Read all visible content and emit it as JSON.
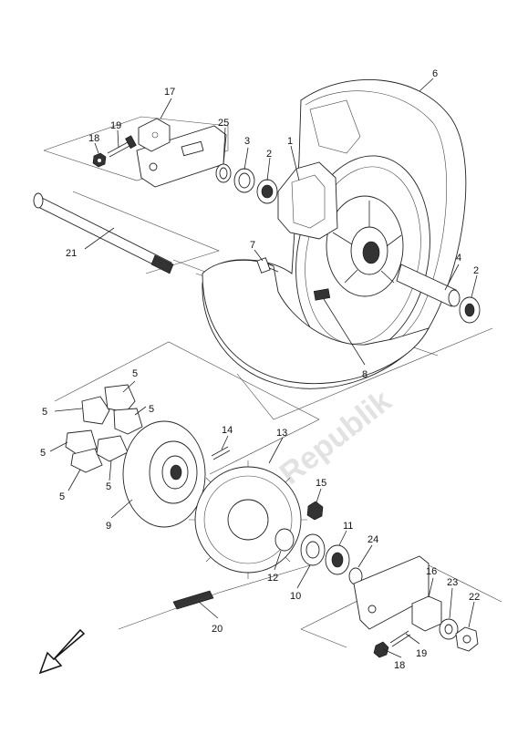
{
  "watermark": "PartsRepublik",
  "callouts": [
    "1",
    "2",
    "2",
    "3",
    "4",
    "5",
    "5",
    "5",
    "5",
    "5",
    "5",
    "6",
    "7",
    "8",
    "9",
    "10",
    "11",
    "12",
    "13",
    "14",
    "15",
    "16",
    "17",
    "18",
    "18",
    "19",
    "19",
    "20",
    "21",
    "22",
    "23",
    "24",
    "25"
  ]
}
